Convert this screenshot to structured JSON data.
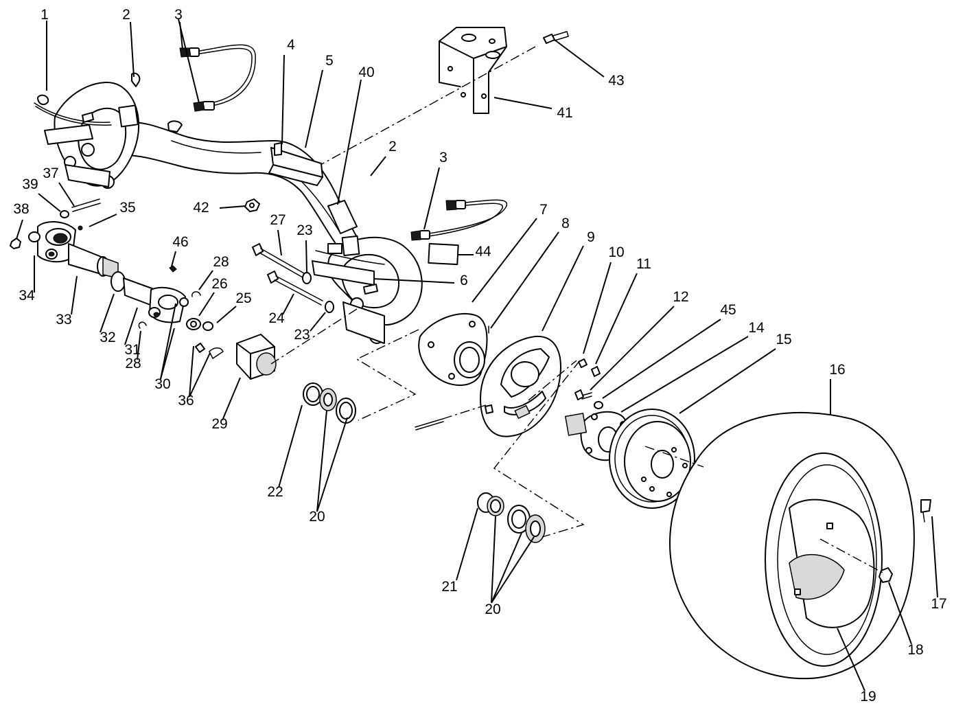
{
  "callouts": [
    {
      "label": "1"
    },
    {
      "label": "2"
    },
    {
      "label": "3"
    },
    {
      "label": "4"
    },
    {
      "label": "5"
    },
    {
      "label": "40"
    },
    {
      "label": "43"
    },
    {
      "label": "41"
    },
    {
      "label": "2"
    },
    {
      "label": "3"
    },
    {
      "label": "42"
    },
    {
      "label": "39"
    },
    {
      "label": "37"
    },
    {
      "label": "38"
    },
    {
      "label": "35"
    },
    {
      "label": "34"
    },
    {
      "label": "33"
    },
    {
      "label": "32"
    },
    {
      "label": "31"
    },
    {
      "label": "28"
    },
    {
      "label": "30"
    },
    {
      "label": "46"
    },
    {
      "label": "28"
    },
    {
      "label": "26"
    },
    {
      "label": "25"
    },
    {
      "label": "36"
    },
    {
      "label": "29"
    },
    {
      "label": "27"
    },
    {
      "label": "23"
    },
    {
      "label": "24"
    },
    {
      "label": "23"
    },
    {
      "label": "44"
    },
    {
      "label": "6"
    },
    {
      "label": "7"
    },
    {
      "label": "8"
    },
    {
      "label": "9"
    },
    {
      "label": "10"
    },
    {
      "label": "11"
    },
    {
      "label": "12"
    },
    {
      "label": "45"
    },
    {
      "label": "14"
    },
    {
      "label": "15"
    },
    {
      "label": "16"
    },
    {
      "label": "22"
    },
    {
      "label": "20"
    },
    {
      "label": "21"
    },
    {
      "label": "20"
    },
    {
      "label": "17"
    },
    {
      "label": "18"
    },
    {
      "label": "19"
    }
  ]
}
